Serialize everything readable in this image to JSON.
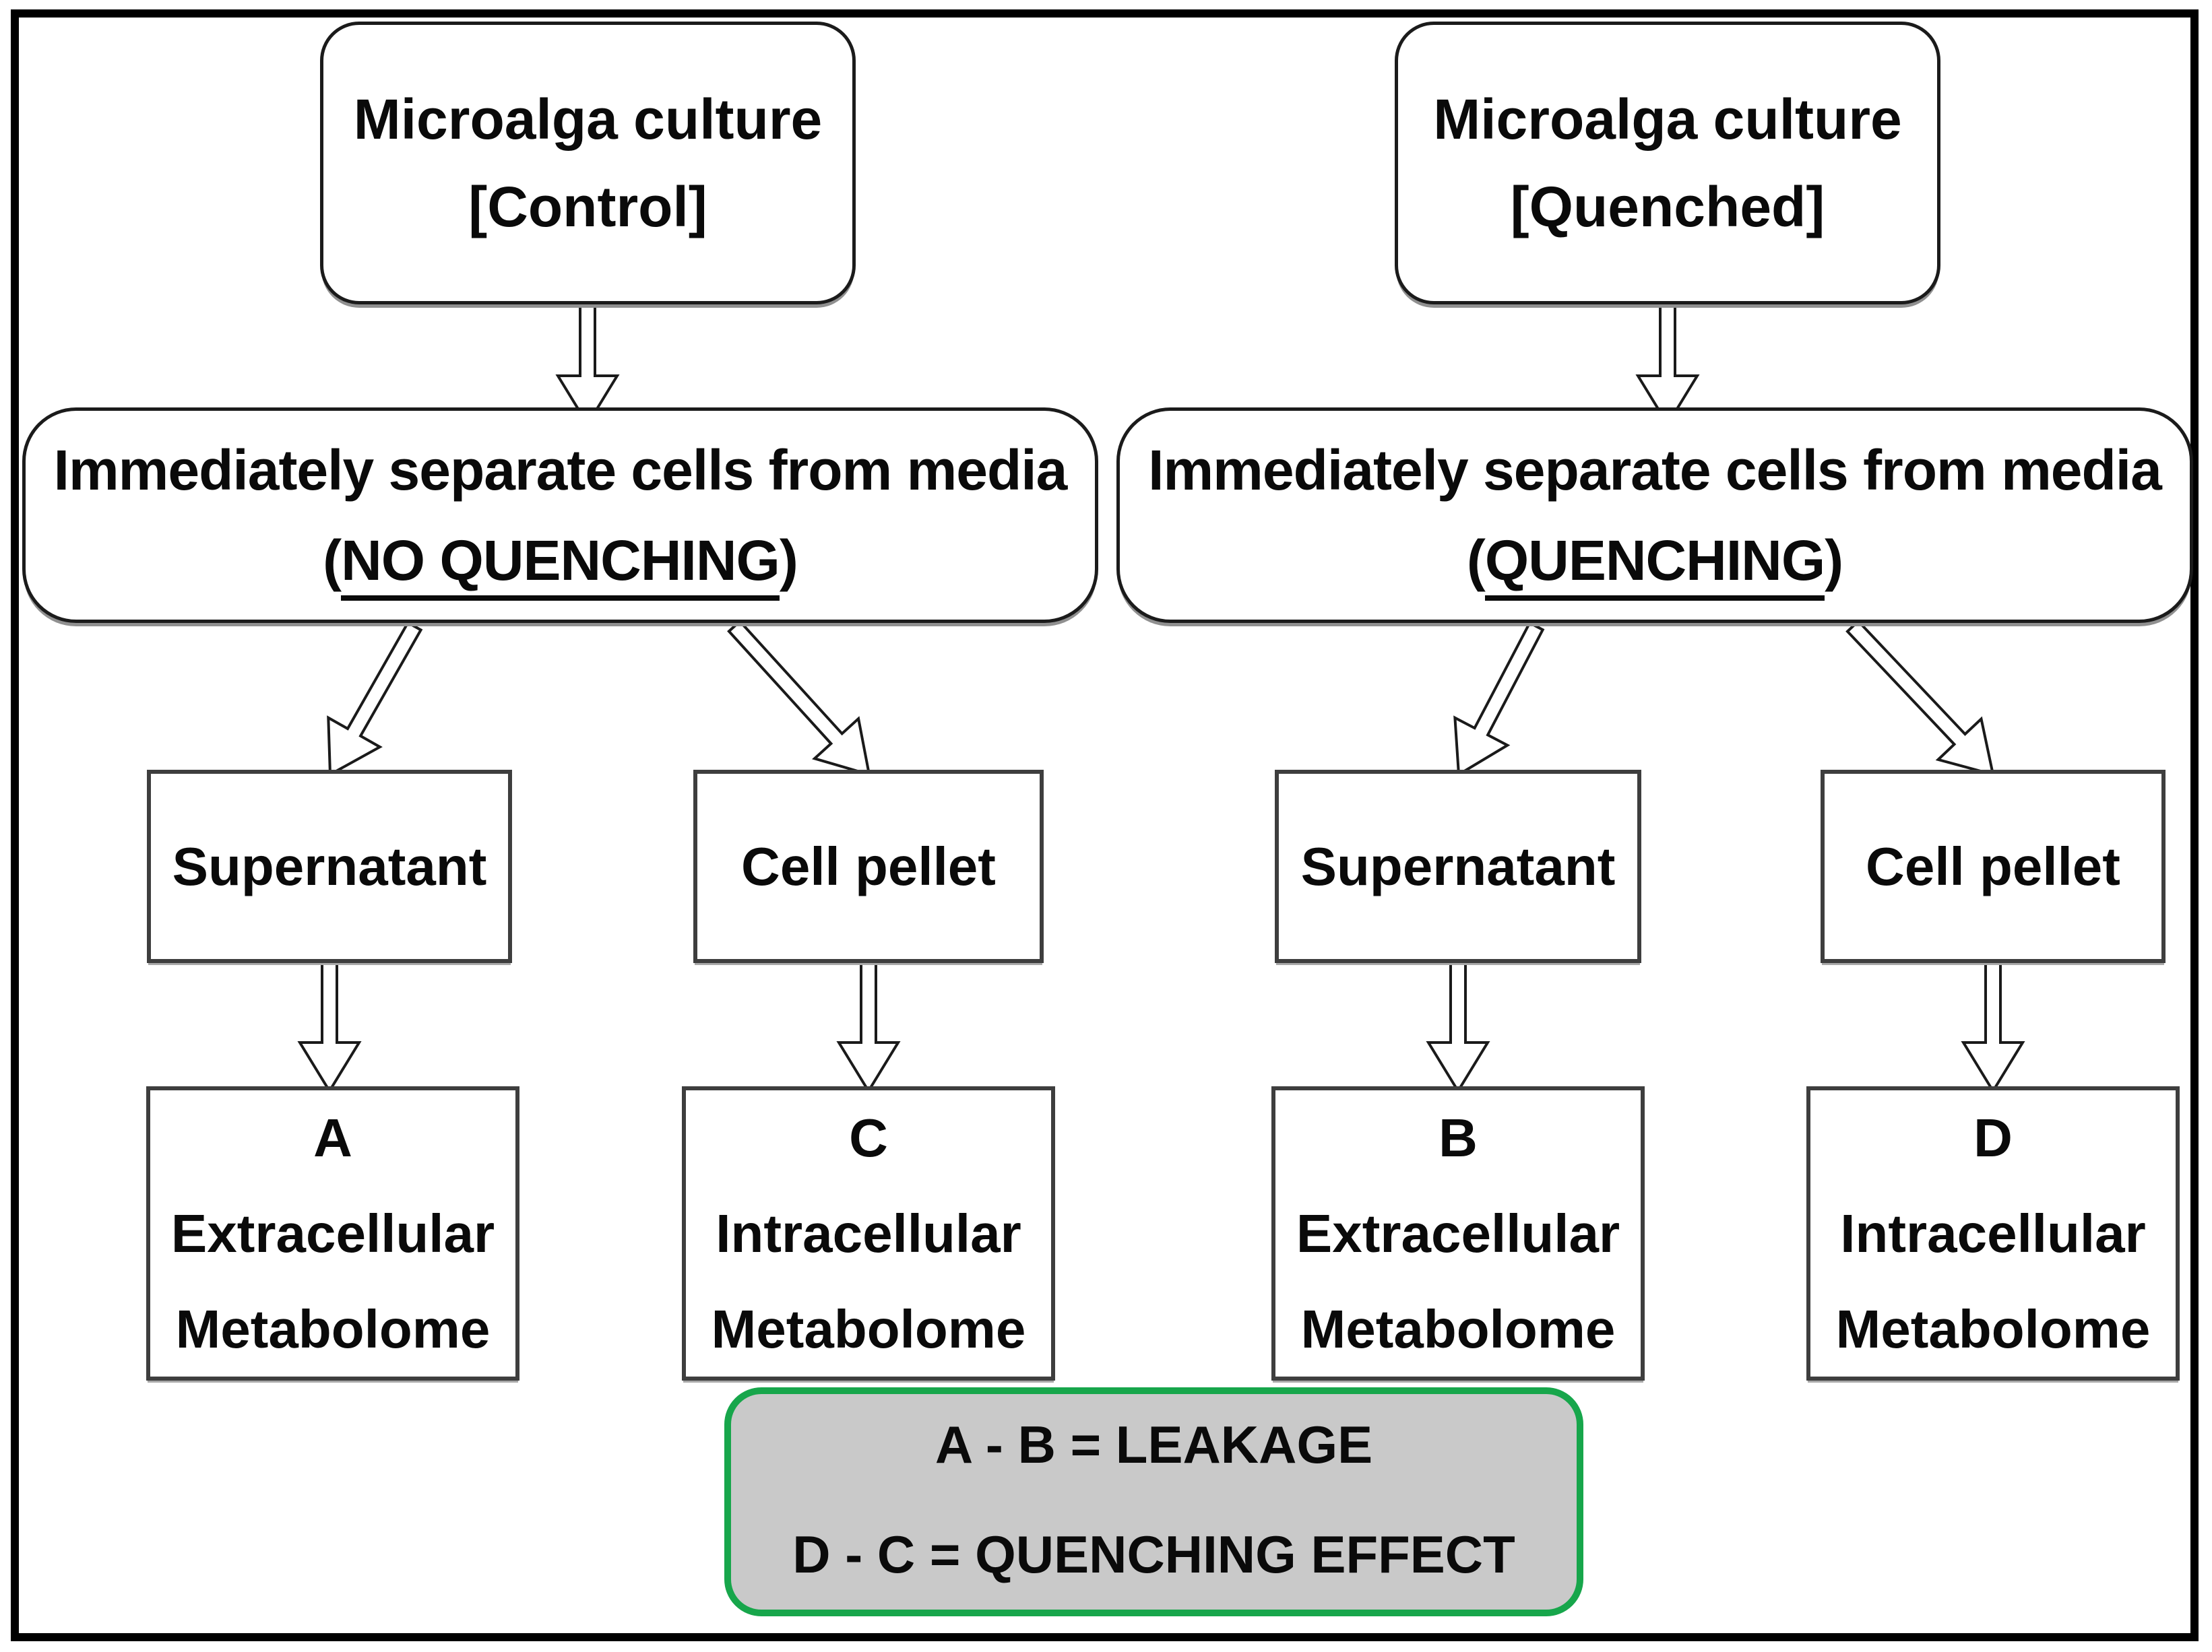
{
  "left": {
    "culture": {
      "line1": "Microalga culture",
      "line2": "[Control]"
    },
    "separate": {
      "line1": "Immediately separate cells from media",
      "open": "(",
      "underline": "NO QUENCHING",
      "close": ")"
    },
    "supernatant": "Supernatant",
    "cell_pellet": "Cell pellet",
    "extracellular": {
      "letter": "A",
      "line2": "Extracellular",
      "line3": "Metabolome"
    },
    "intracellular": {
      "letter": "C",
      "line2": "Intracellular",
      "line3": "Metabolome"
    }
  },
  "right": {
    "culture": {
      "line1": "Microalga culture",
      "line2": "[Quenched]"
    },
    "separate": {
      "line1": "Immediately separate cells from media",
      "open": "(",
      "underline": "QUENCHING",
      "close": ")"
    },
    "supernatant": "Supernatant",
    "cell_pellet": "Cell pellet",
    "extracellular": {
      "letter": "B",
      "line2": "Extracellular",
      "line3": "Metabolome"
    },
    "intracellular": {
      "letter": "D",
      "line2": "Intracellular",
      "line3": "Metabolome"
    }
  },
  "legend": {
    "line1": "A - B = LEAKAGE",
    "line2": "D - C = QUENCHING EFFECT",
    "border_color": "#17a64b",
    "fill_color": "#c9c9c9"
  },
  "colors": {
    "background": "#ffffff",
    "outer_border": "#000000",
    "rounded_box_border": "#1b1b1b",
    "rect_box_border": "#3e3e3e",
    "arrow_outline": "#1a1a1a",
    "arrow_fill": "#ffffff"
  }
}
